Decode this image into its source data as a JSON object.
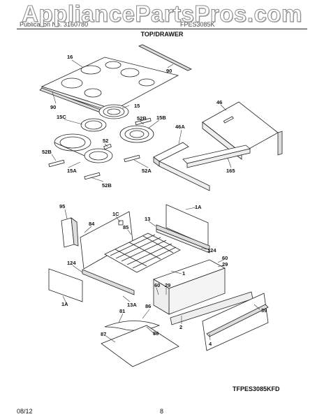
{
  "watermark": "AppliancePartsPros.com",
  "publication": {
    "left_text": "Publication No. 3160780",
    "model_text": "FPES3085K"
  },
  "section_title": "TOP/DRAWER",
  "model_code": "TFPES3085KFD",
  "footer": {
    "date": "08/12",
    "page": "8"
  },
  "callouts": {
    "c16": "16",
    "c90a": "90",
    "c90b": "90",
    "c15": "15",
    "c15c": "15C",
    "c52b_top": "52B",
    "c15b": "15B",
    "c52": "52",
    "c52b_left": "52B",
    "c15a": "15A",
    "c52b_bottom": "52B",
    "c52a": "52A",
    "c46": "46",
    "c46a": "46A",
    "c165": "165",
    "c95": "95",
    "c1c": "1C",
    "c84": "84",
    "c85": "85",
    "c13": "13",
    "c1a_top": "1A",
    "c124_right": "124",
    "c60_right": "60",
    "c29_right": "29",
    "c124_left": "124",
    "c1": "1",
    "c60_mid": "60",
    "c29_mid": "29",
    "c1a_left": "1A",
    "c13a": "13A",
    "c81": "81",
    "c86a": "86",
    "c86b": "86",
    "c39": "39",
    "c2": "2",
    "c87": "87",
    "c4": "4"
  }
}
